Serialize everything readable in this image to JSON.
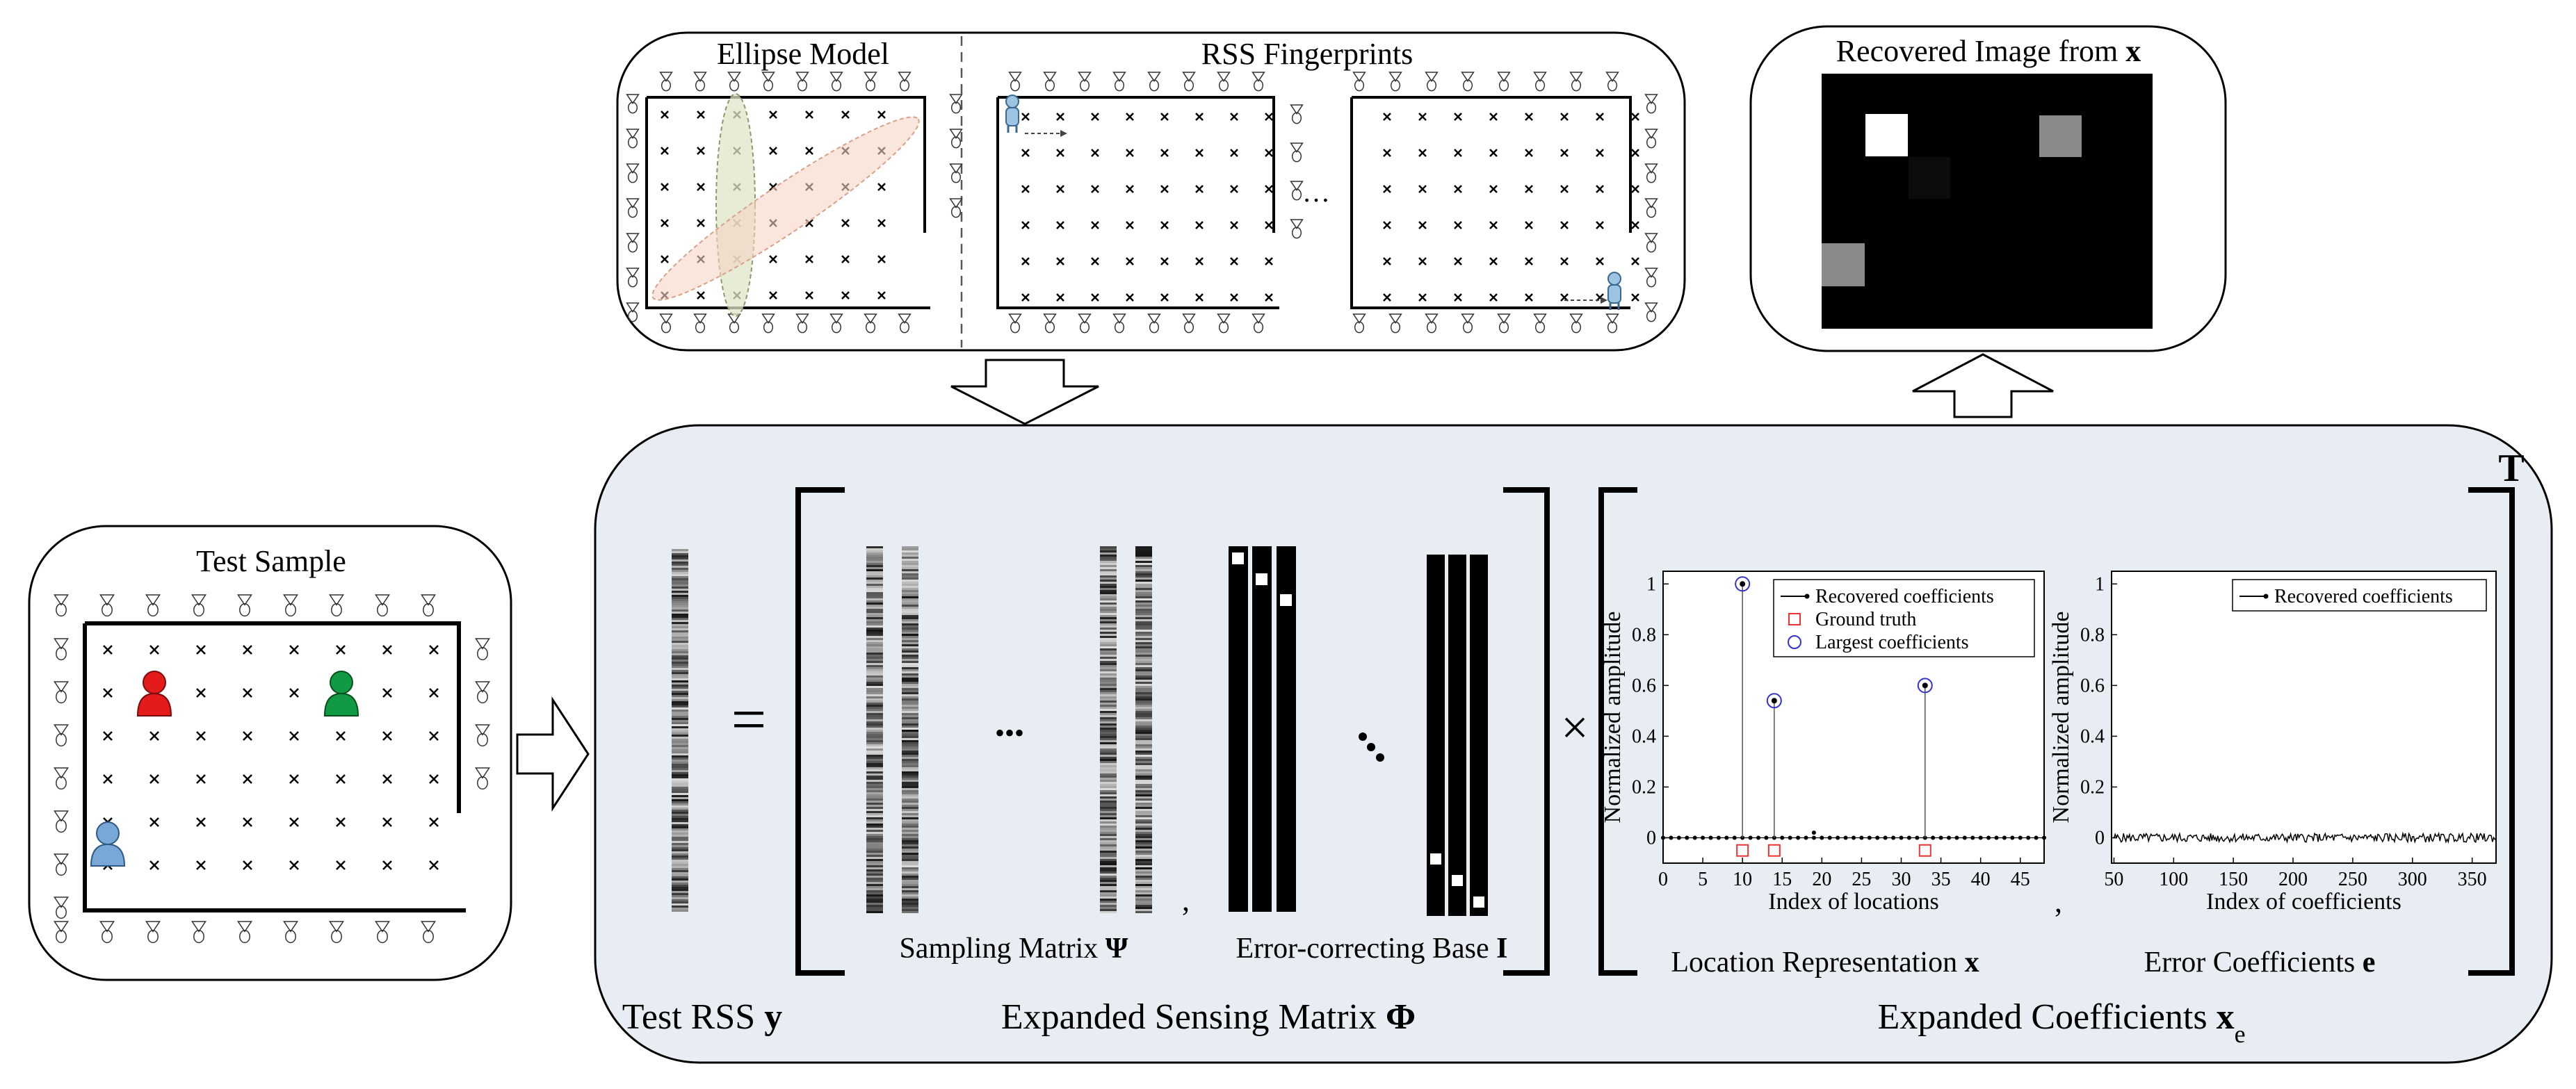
{
  "panels": {
    "ellipse_title": "Ellipse Model",
    "rss_title": "RSS Fingerprints",
    "recovered_title_prefix": "Recovered Image from ",
    "recovered_title_bold": "x",
    "test_sample_title": "Test Sample"
  },
  "equation": {
    "transpose": "T",
    "equals": "=",
    "dots": "•••",
    "comma": ",",
    "times": "×",
    "ellipsis_mid": "…",
    "sampling_label": "Sampling Matrix ",
    "sampling_sym": "Ψ",
    "error_base_label": "Error-correcting Base ",
    "error_base_sym": "I",
    "test_rss_label": "Test RSS ",
    "test_rss_sym": "y",
    "sensing_label": "Expanded Sensing Matrix ",
    "sensing_sym": "Φ",
    "coeff_label": "Expanded Coefficients ",
    "coeff_sym": "x",
    "coeff_sub": "e",
    "loc_rep_label": "Location Representation ",
    "loc_rep_sym": "x",
    "err_coeff_label": "Error Coefficients ",
    "err_coeff_sym": "e"
  },
  "chart_data": [
    {
      "type": "scatter",
      "xlabel": "Index of locations",
      "ylabel": "Normalized amplitude",
      "xlim": [
        0,
        48
      ],
      "ylim": [
        -0.1,
        1.05
      ],
      "xticks": [
        0,
        5,
        10,
        15,
        20,
        25,
        30,
        35,
        40,
        45
      ],
      "yticks": [
        0,
        0.2,
        0.4,
        0.6,
        0.8,
        1
      ],
      "legend": [
        "Recovered coefficients",
        "Ground truth",
        "Largest coefficients"
      ],
      "legend_position": "top-right",
      "stems": [
        {
          "x": 10,
          "y": 1.0
        },
        {
          "x": 14,
          "y": 0.54
        },
        {
          "x": 33,
          "y": 0.6
        }
      ],
      "ground_truth": [
        10,
        14,
        33
      ],
      "extra_points": [
        {
          "x": 19,
          "y": 0.02
        }
      ]
    },
    {
      "type": "scatter",
      "xlabel": "Index of coefficients",
      "ylabel": "Normalized amplitude",
      "xlim": [
        48,
        370
      ],
      "ylim": [
        -0.1,
        1.05
      ],
      "xticks": [
        50,
        100,
        150,
        200,
        250,
        300,
        350
      ],
      "yticks": [
        0,
        0.2,
        0.4,
        0.6,
        0.8,
        1
      ],
      "legend": [
        "Recovered coefficients"
      ],
      "legend_position": "top-right"
    }
  ]
}
